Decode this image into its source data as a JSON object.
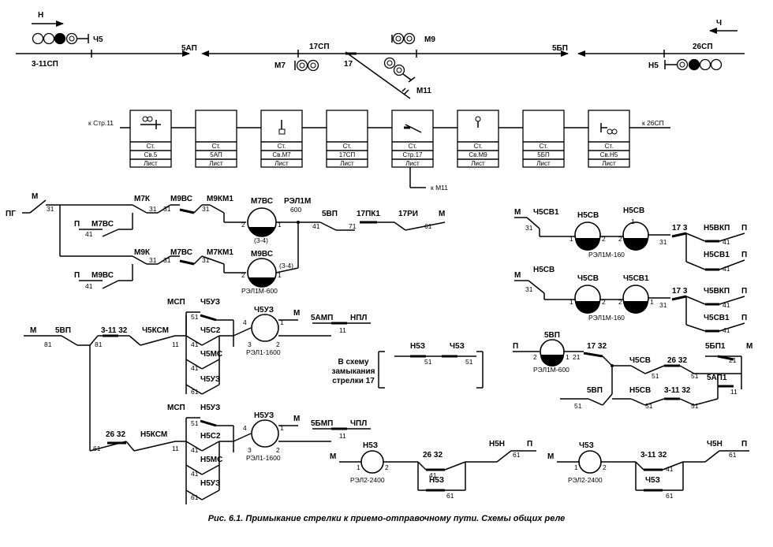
{
  "caption": "Рис. 6.1. Примыкание стрелки к приемо-отправочному пути. Схемы общих реле",
  "track": {
    "dir_n": "Н",
    "dir_ch": "Ч",
    "labels": [
      "3-11СП",
      "5АП",
      "17СП",
      "17",
      "5БП",
      "26СП"
    ],
    "signals": [
      "Ч5",
      "М9",
      "М7",
      "М11",
      "Н5"
    ]
  },
  "blocks": {
    "left_label": "к Стр.11",
    "right_label": "к 26СП",
    "m11_label": "к М11",
    "items": [
      {
        "r1": "Ст.",
        "r2": "Св.5",
        "r3": "Лист"
      },
      {
        "r1": "Ст.",
        "r2": "5АП",
        "r3": "Лист"
      },
      {
        "r1": "Ст.",
        "r2": "Св.М7",
        "r3": "Лист"
      },
      {
        "r1": "Ст.",
        "r2": "17СП",
        "r3": "Лист"
      },
      {
        "r1": "Ст.",
        "r2": "Стр.17",
        "r3": "Лист"
      },
      {
        "r1": "Ст.",
        "r2": "Св.М9",
        "r3": "Лист"
      },
      {
        "r1": "Ст.",
        "r2": "5БП",
        "r3": "Лист"
      },
      {
        "r1": "Ст.",
        "r2": "Св.Н5",
        "r3": "Лист"
      }
    ]
  },
  "c1": {
    "pg": "ПГ",
    "m": "М",
    "n31a": "31",
    "m7k": "М7К",
    "n31b": "31",
    "m9vs": "М9ВС",
    "n31c": "31",
    "m9km1": "М9КМ1",
    "n31d": "31",
    "relay1": "М7ВС",
    "p2": "2",
    "p1": "1",
    "sub1": "(3-4)",
    "rel1m": "РЭЛ1М",
    "v600": "600",
    "p": "П",
    "m7vs": "М7ВС",
    "n41a": "41",
    "v5vp": "5ВП",
    "n41b": "41",
    "v17pk1": "17ПК1",
    "n71": "71",
    "v17ri": "17РИ",
    "n61": "61",
    "m2": "М",
    "m9k": "М9К",
    "n31e": "31",
    "m7vs2": "М7ВС",
    "n31f": "31",
    "m7km1": "М7КМ1",
    "n31g": "31",
    "relay2": "М9ВС",
    "p2b": "2",
    "p1b": "1",
    "sub2": "(3-4)",
    "rel600": "РЭЛ1М-600",
    "p_b": "П",
    "m9vs2": "М9ВС",
    "n41c": "41"
  },
  "c2": {
    "m": "М",
    "v5vp": "5ВП",
    "n81a": "81",
    "v3_11_32": "3-11 32",
    "n81b": "81",
    "ch5ksm": "Ч5КСМ",
    "n11a": "11",
    "msp": "МСП",
    "ch5uz_a": "Ч5УЗ",
    "n51a": "51",
    "ch5s2": "Ч5С2",
    "n41a": "41",
    "ch5ms": "Ч5МС",
    "n41b": "41",
    "ch5uz_b": "Ч5УЗ",
    "n61a": "61",
    "relay_ch5uz": "Ч5УЗ",
    "p4": "4",
    "p1": "1",
    "p3": "3",
    "p2": "2",
    "rel1600a": "РЭЛ1-1600",
    "m2": "М",
    "v5amp": "5АМП",
    "npl": "НПЛ",
    "n11b": "11",
    "v26_32": "26 32",
    "n61b": "61",
    "n5ksm": "Н5КСМ",
    "n11c": "11",
    "msp2": "МСП",
    "n5uz_a": "Н5УЗ",
    "n51b": "51",
    "n5s2": "Н5С2",
    "n41c": "41",
    "n5ms": "Н5МС",
    "n41d": "41",
    "n5uz_b": "Н5УЗ",
    "n61c": "61",
    "relay_n5uz": "Н5УЗ",
    "p4b": "4",
    "p1b": "1",
    "p3b": "3",
    "p2b": "2",
    "rel1600b": "РЭЛ1-1600",
    "m3": "М",
    "v5bmp": "5БМП",
    "chpl": "ЧПЛ",
    "n11d": "11"
  },
  "note": {
    "l1": "В схему",
    "l2": "замыкания",
    "l3": "стрелки 17",
    "n5z": "Н5З",
    "ch5z": "Ч5З",
    "n51a": "51",
    "n51b": "51"
  },
  "c3": {
    "m": "М",
    "relay": "Н5З",
    "p1": "1",
    "p2": "2",
    "rel": "РЭЛ2-2400",
    "v26_32": "26 32",
    "n41": "41",
    "n5z": "Н5З",
    "n61": "61",
    "n5n": "Н5Н",
    "n61b": "61",
    "p": "П"
  },
  "c4": {
    "m": "М",
    "relay": "Ч5З",
    "p1": "1",
    "p2": "2",
    "rel": "РЭЛ2-2400",
    "v3_11_32": "3-11 32",
    "n41": "41",
    "ch5z": "Ч5З",
    "n61": "61",
    "ch5n": "Ч5Н",
    "n61b": "61",
    "p": "П"
  },
  "c5": {
    "m": "М",
    "ch5sv1": "Ч5СВ1",
    "n31a": "31",
    "n5sv": "Н5СВ",
    "p1": "1",
    "p2": "2",
    "n5sv_b": "Н5СВ",
    "p1b": "1",
    "p2b": "2",
    "rel": "РЭЛ1М-160",
    "v17_3": "17 3",
    "n31b": "31",
    "n5vkp": "Н5ВКП",
    "n41a": "41",
    "p": "П",
    "n5sv1": "Н5СВ1",
    "n41b": "41",
    "p_b": "П"
  },
  "c6": {
    "m": "М",
    "n5sv": "Н5СВ",
    "n31a": "31",
    "ch5sv": "Ч5СВ",
    "p1": "1",
    "p2": "2",
    "ch5sv1": "Ч5СВ1",
    "p2b": "2",
    "p1b": "1",
    "rel": "РЭЛ1М-160",
    "v17_3": "17 3",
    "n31b": "31",
    "ch5vkp": "Ч5ВКП",
    "n41a": "41",
    "p": "П",
    "ch5sv1b": "Ч5СВ1",
    "n41b": "41",
    "p_b": "П"
  },
  "c7": {
    "p": "П",
    "v5vp": "5ВП",
    "p2": "2",
    "p1": "1",
    "n21a": "21",
    "rel": "РЭЛ1М-600",
    "v17_32": "17 32",
    "ch5sv": "Ч5СВ",
    "n51a": "51",
    "v26_32": "26 32",
    "n51b": "51",
    "v5bp1": "5БП1",
    "m": "М",
    "n21b": "21",
    "v5ap1": "5АП1",
    "n11": "11",
    "v5vp_b": "5ВП",
    "n51c": "51",
    "n5sv": "Н5СВ",
    "n51d": "51",
    "v3_11_32": "3-11 32",
    "n51e": "51"
  }
}
